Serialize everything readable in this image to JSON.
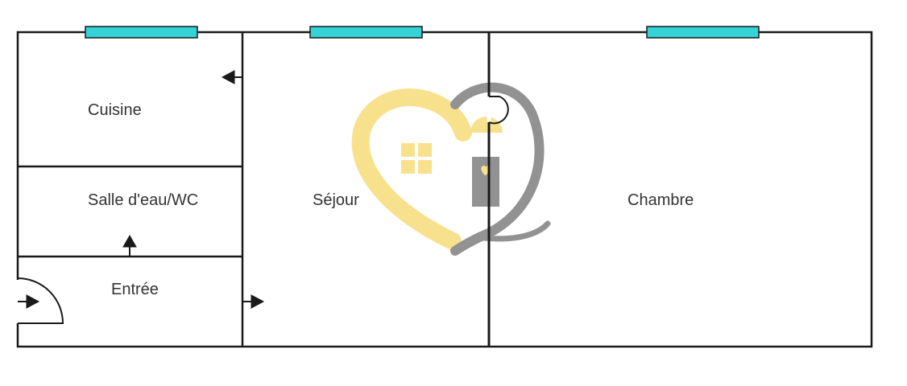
{
  "rooms": {
    "cuisine": "Cuisine",
    "salle_eau": "Salle d'eau/WC",
    "entree": "Entrée",
    "sejour": "Séjour",
    "chambre": "Chambre"
  },
  "colors": {
    "wall": "#1a1a1a",
    "window": "#34d3d6",
    "logo_yellow": "#f7dc7a",
    "logo_gray": "#7f7f7f"
  },
  "icons": {
    "arrow": "arrow-icon",
    "door": "door-swing-icon",
    "window": "window-icon",
    "logo": "heart-house-logo"
  }
}
